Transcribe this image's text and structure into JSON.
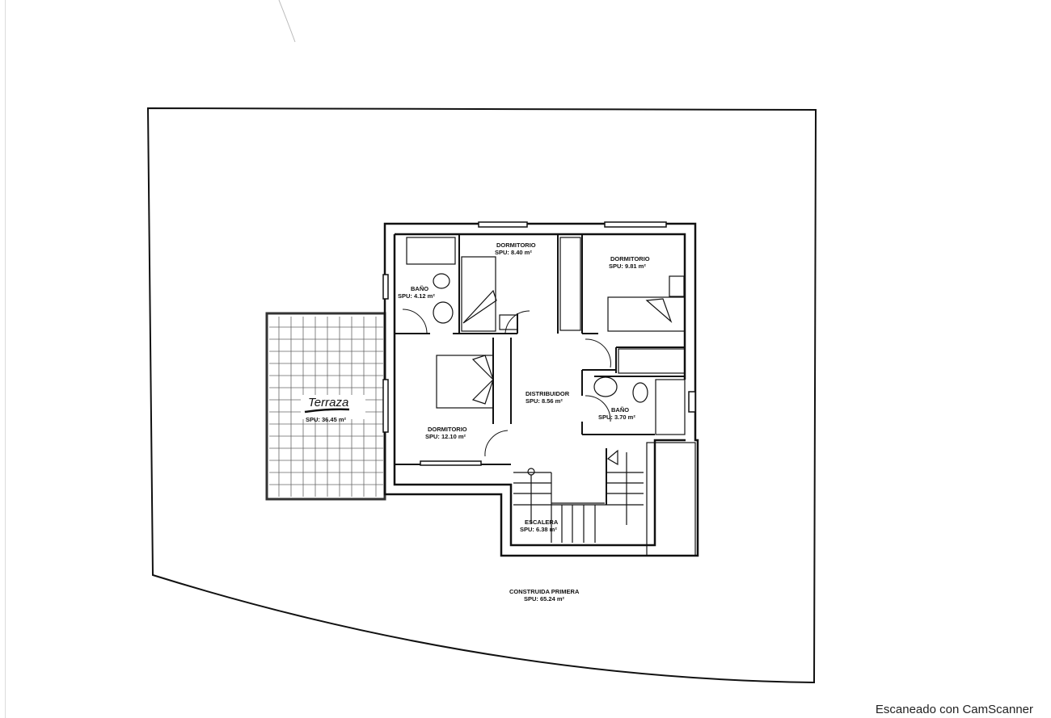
{
  "plan": {
    "summary": {
      "title": "CONSTRUIDA PRIMERA",
      "area": "SPU: 65.24 m²"
    },
    "rooms": [
      {
        "id": "bano-1",
        "name": "BAÑO",
        "area": "SPU:  4.12 m²"
      },
      {
        "id": "dormitorio-1",
        "name": "DORMITORIO",
        "area": "SPU:  8.40 m²"
      },
      {
        "id": "dormitorio-2",
        "name": "DORMITORIO",
        "area": "SPU:  9.81 m²"
      },
      {
        "id": "dormitorio-3",
        "name": "DORMITORIO",
        "area": "SPU: 12.10 m²"
      },
      {
        "id": "distribuidor",
        "name": "DISTRIBUIDOR",
        "area": "SPU:  8.56 m²"
      },
      {
        "id": "bano-2",
        "name": "BAÑO",
        "area": "SPU:  3.70 m²"
      },
      {
        "id": "escalera",
        "name": "ESCALERA",
        "area": "SPU:  6.38 m²"
      },
      {
        "id": "terraza",
        "name": "Terraza",
        "area": "SPU: 36.45 m²"
      }
    ]
  },
  "watermark": "Escaneado con CamScanner",
  "colors": {
    "line": "#111111",
    "background": "#ffffff",
    "grid": "#555555"
  }
}
